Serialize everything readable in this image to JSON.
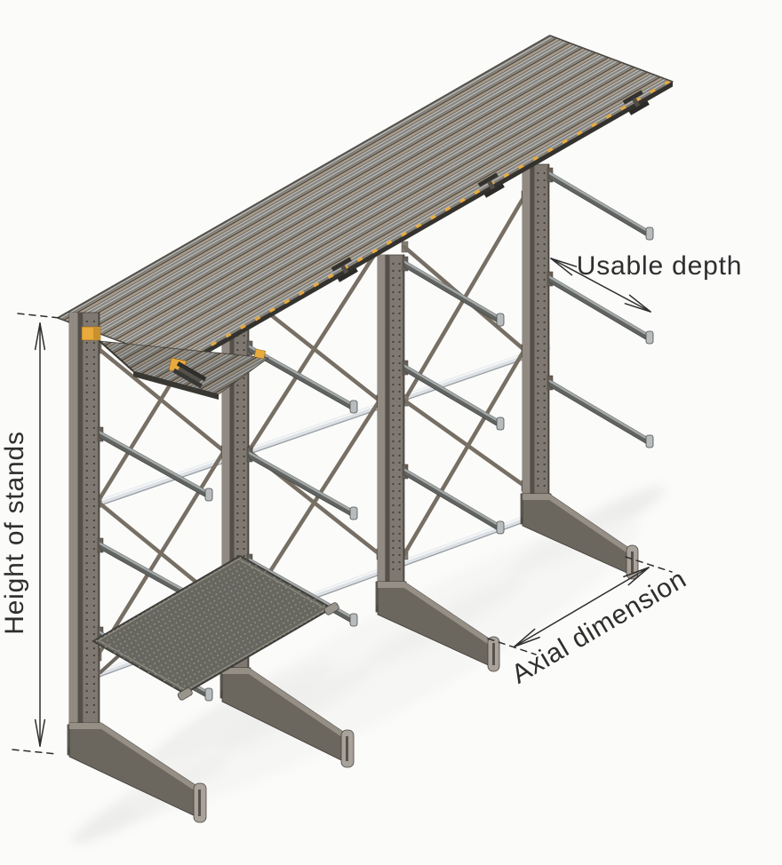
{
  "annotations": {
    "height_of_stands": "Height of stands",
    "usable_depth": "Usable depth",
    "axial_dimension": "Axial dimension"
  },
  "colors": {
    "background": "#fbfbfa",
    "steel_face": "#7e7871",
    "steel_flange": "#918a82",
    "steel_web": "#544f49",
    "steel_outline": "#3e3a35",
    "arm_top": "#a3a8a8",
    "arm_side": "#60635f",
    "rail_light": "#dde1e5",
    "rail_shade": "#aab0b5",
    "brace": "#776f64",
    "roof_beige": "#aa9c89",
    "roof_gray": "#92928f",
    "roof_dark": "#45423c",
    "roof_edge": "#33322e",
    "accent_yellow": "#e9aa3c",
    "deck": "#67665f",
    "deck_dot": "#96948b",
    "annotation": "#2e2e2e",
    "shadow": "#dededb"
  }
}
